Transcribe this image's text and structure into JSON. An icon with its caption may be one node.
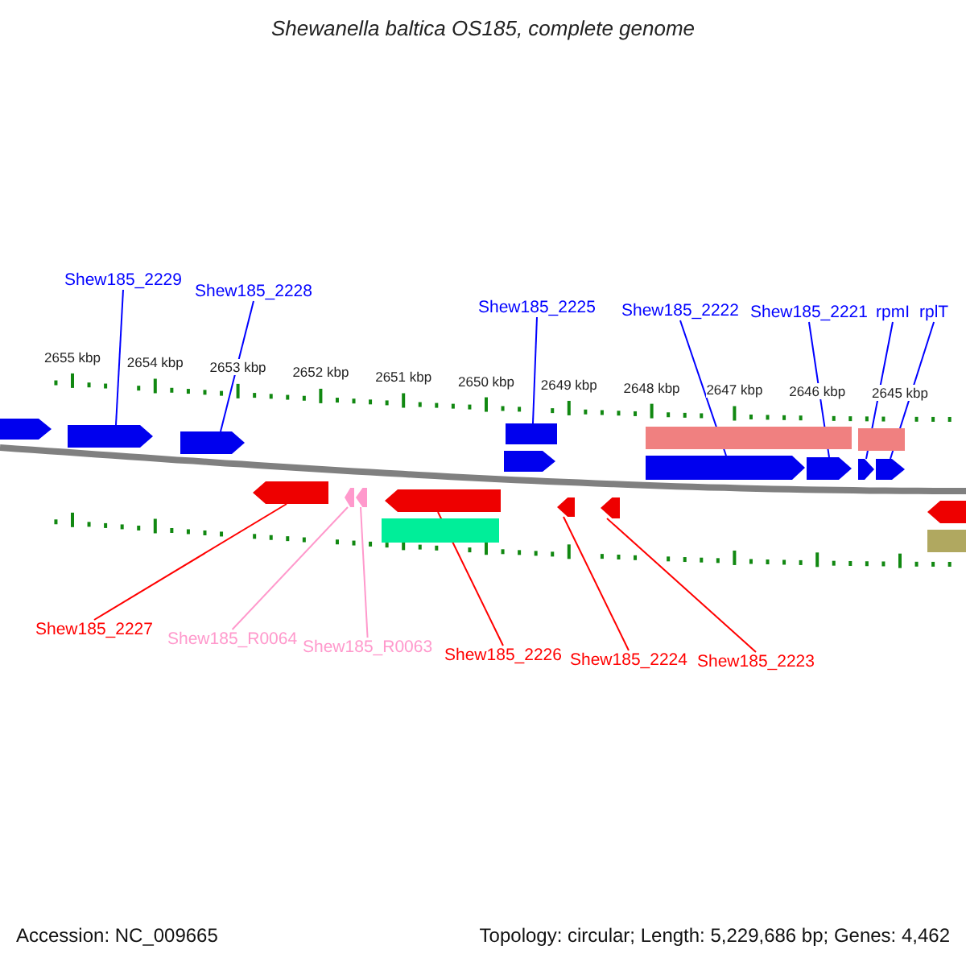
{
  "diagram": {
    "title": "Shewanella baltica OS185, complete genome",
    "nodes": [
      {
        "text": [
          "Shew185_2229"
        ]
      },
      {
        "text": [
          "Shew185_2228"
        ]
      },
      {
        "text": [
          "Shew185_2225"
        ]
      },
      {
        "text": [
          "Shew185_2222"
        ]
      },
      {
        "text": [
          "Shew185_2221"
        ]
      },
      {
        "text": [
          "rpmI"
        ]
      },
      {
        "text": [
          "rplT"
        ]
      },
      {
        "text": [],
        "shape": "arrow"
      },
      {
        "text": [],
        "shape": "arrow"
      },
      {
        "text": [],
        "shape": "arrow"
      },
      {
        "text": [],
        "shape": "bar"
      },
      {
        "text": [],
        "shape": "bar"
      },
      {
        "text": [],
        "shape": "bar"
      },
      {
        "text": [],
        "shape": "arrow"
      },
      {
        "text": [],
        "shape": "arrow"
      },
      {
        "text": [],
        "shape": "arrow"
      },
      {
        "text": [],
        "shape": "arrow"
      },
      {
        "text": [],
        "shape": "arrow"
      },
      {
        "text": [],
        "shape": "arrow"
      },
      {
        "text": [],
        "shape": "arrow"
      },
      {
        "text": [],
        "shape": "arrow"
      },
      {
        "text": [],
        "shape": "arrow"
      },
      {
        "text": [],
        "shape": "bar"
      },
      {
        "text": [],
        "shape": "arrow"
      },
      {
        "text": [],
        "shape": "arrow"
      },
      {
        "text": [],
        "shape": "arrow"
      },
      {
        "text": [],
        "shape": "bar"
      },
      {
        "text": [
          "Shew185_2227"
        ]
      },
      {
        "text": [
          "Shew185_R0064"
        ]
      },
      {
        "text": [
          "Shew185_R0063"
        ]
      },
      {
        "text": [
          "Shew185_2226"
        ]
      },
      {
        "text": [
          "Shew185_2224"
        ]
      },
      {
        "text": [
          "Shew185_2223"
        ]
      }
    ],
    "edges": [
      {
        "from": 0,
        "to": 8,
        "arrow": "none"
      },
      {
        "from": 1,
        "to": 9,
        "arrow": "none"
      },
      {
        "from": 2,
        "to": 10,
        "arrow": "none"
      },
      {
        "from": 3,
        "to": 14,
        "arrow": "none"
      },
      {
        "from": 4,
        "to": 15,
        "arrow": "none"
      },
      {
        "from": 5,
        "to": 16,
        "arrow": "none"
      },
      {
        "from": 6,
        "to": 17,
        "arrow": "none"
      },
      {
        "from": 27,
        "to": 18,
        "arrow": "none",
        "color": "#ff0000"
      },
      {
        "from": 28,
        "to": 19,
        "arrow": "none",
        "color": "#ff99cc"
      },
      {
        "from": 29,
        "to": 20,
        "arrow": "none",
        "color": "#ff99cc"
      },
      {
        "from": 30,
        "to": 21,
        "arrow": "none",
        "color": "#ff0000"
      },
      {
        "from": 31,
        "to": 23,
        "arrow": "none",
        "color": "#ff0000"
      },
      {
        "from": 32,
        "to": 24,
        "arrow": "none",
        "color": "#ff0000"
      }
    ],
    "labels": [
      "2655 kbp",
      "2654 kbp",
      "2653 kbp",
      "2652 kbp",
      "2651 kbp",
      "2650 kbp",
      "2649 kbp",
      "2648 kbp",
      "2647 kbp",
      "2646 kbp",
      "2645 kbp",
      "Accession: NC_009665",
      "Topology: circular; Length: 5,229,686 bp; Genes: 4,462"
    ]
  }
}
